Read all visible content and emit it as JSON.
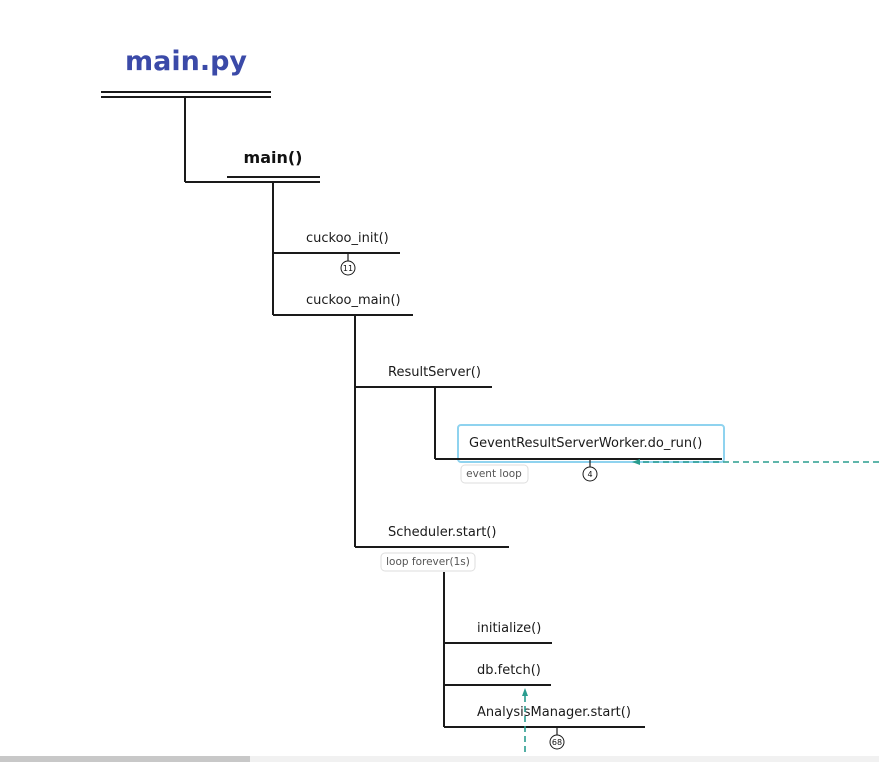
{
  "diagram": {
    "title": "main.py",
    "root": "main()",
    "nodes": {
      "cuckoo_init": "cuckoo_init()",
      "cuckoo_main": "cuckoo_main()",
      "result_server": "ResultServer()",
      "worker": "GeventResultServerWorker.do_run()",
      "scheduler": "Scheduler.start()",
      "initialize": "initialize()",
      "db_fetch": "db.fetch()",
      "analysis_manager": "AnalysisManager.start()"
    },
    "tags": {
      "event_loop": "event loop",
      "loop_forever": "loop forever(1s)"
    },
    "counts": {
      "cuckoo_init": "11",
      "worker": "4",
      "analysis_manager": "68"
    },
    "colors": {
      "title": "#3b4aa8",
      "highlight_border": "#8fd3ef",
      "link": "#2a9d8f"
    }
  }
}
